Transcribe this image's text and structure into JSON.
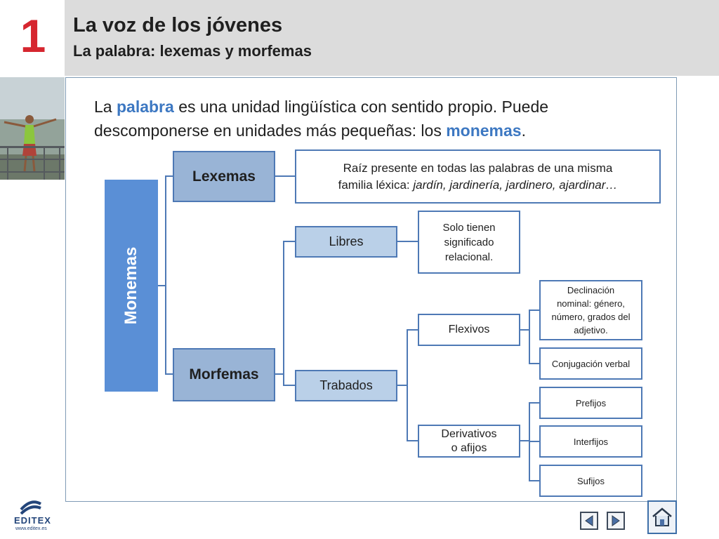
{
  "header": {
    "unit_number": "1",
    "title": "La voz de los jóvenes",
    "subtitle": "La palabra: lexemas y morfemas"
  },
  "intro": {
    "part1": "La ",
    "highlight1": "palabra",
    "part2": " es una unidad lingüística con sentido propio. Puede descomponerse en unidades más pequeñas: los ",
    "highlight2": "monemas",
    "part3": "."
  },
  "diagram": {
    "root": "Monemas",
    "lexemas": {
      "label": "Lexemas",
      "definition_line1": "Raíz presente en todas las palabras de una misma",
      "definition_line2_prefix": "familia léxica: ",
      "definition_examples": "jardín, jardinería, jardinero, ajardinar…"
    },
    "morfemas": {
      "label": "Morfemas",
      "libres": {
        "label": "Libres",
        "definition_lines": [
          "Solo tienen",
          "significado",
          "relacional."
        ]
      },
      "trabados": {
        "label": "Trabados",
        "flexivos": {
          "label": "Flexivos",
          "declinacion_lines": [
            "Declinación",
            "nominal: género,",
            "número, grados del",
            "adjetivo."
          ],
          "conjugacion": "Conjugación verbal"
        },
        "derivativos": {
          "label_lines": [
            "Derivativos",
            "o afijos"
          ],
          "prefijos": "Prefijos",
          "interfijos": "Interfijos",
          "sufijos": "Sufijos"
        }
      }
    }
  },
  "footer": {
    "logo_text": "EDITEX",
    "logo_url": "www.editex.es",
    "colors": {
      "brand": "#23457a",
      "accent_red": "#d6262f",
      "diagram_blue": "#4e79b5"
    },
    "icons": [
      "prev-arrow-icon",
      "next-arrow-icon",
      "home-icon"
    ]
  }
}
